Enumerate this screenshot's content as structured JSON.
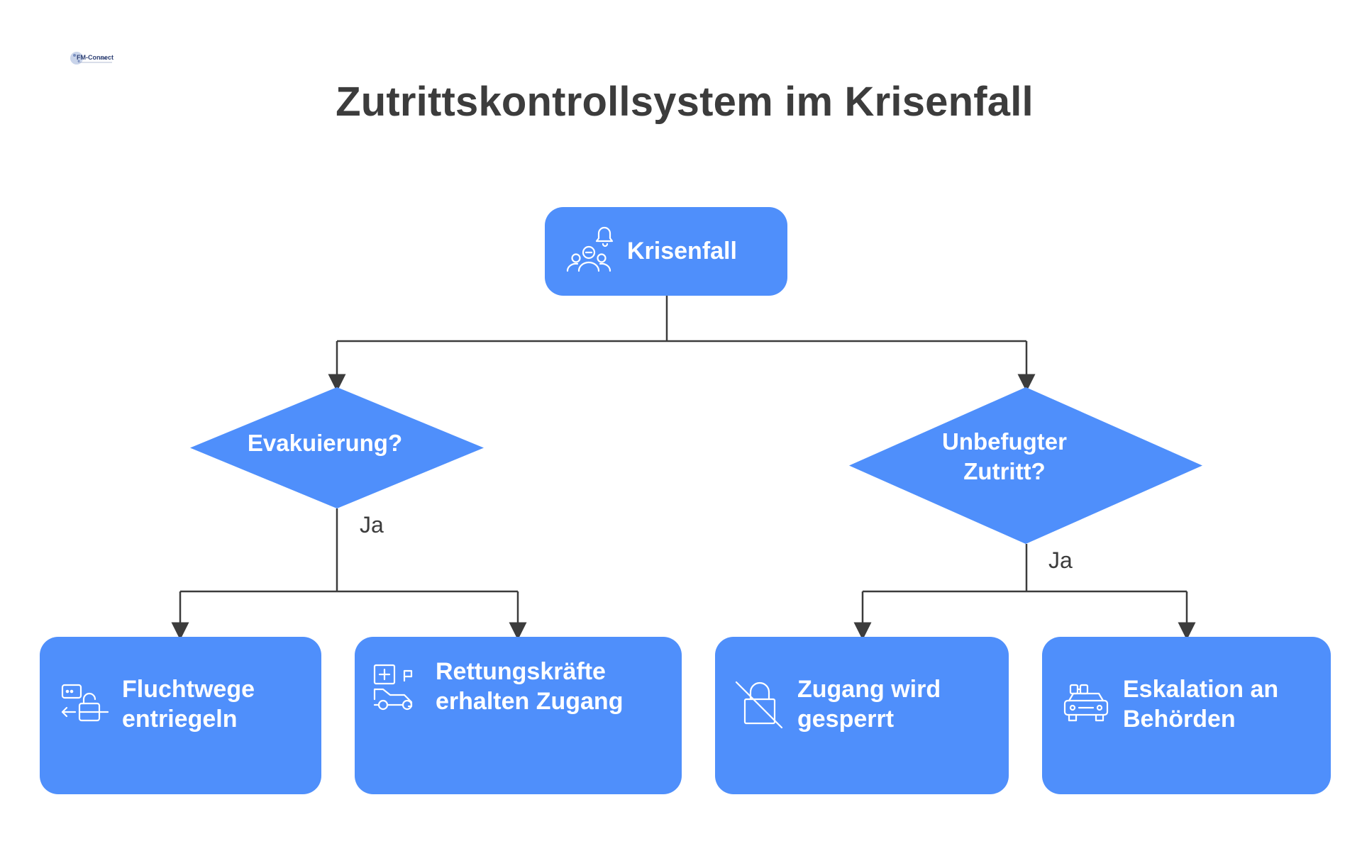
{
  "header": {
    "title": "Zutrittskontrollsystem im Krisenfall",
    "logo_text": "FM-Connect.com"
  },
  "diagram": {
    "root": {
      "label": "Krisenfall",
      "icon": "alarm-people-icon"
    },
    "decisions": [
      {
        "id": "evacuation",
        "label": "Evakuierung?"
      },
      {
        "id": "unauthorized",
        "label": "Unbefugter\nZutritt?"
      }
    ],
    "edge_labels": {
      "evacuation_yes": "Ja",
      "unauthorized_yes": "Ja"
    },
    "outcomes": [
      {
        "id": "unlock-exits",
        "label": "Fluchtwege\nentriegeln",
        "icon": "unlock-exit-icon"
      },
      {
        "id": "rescue-access",
        "label": "Rettungskräfte\nerhalten Zugang",
        "icon": "ambulance-icon"
      },
      {
        "id": "access-blocked",
        "label": "Zugang wird\ngesperrt",
        "icon": "lock-crossed-icon"
      },
      {
        "id": "escalation",
        "label": "Eskalation an\nBehörden",
        "icon": "police-car-icon"
      }
    ]
  },
  "colors": {
    "node_fill": "#4f8ffb",
    "connector": "#3c3c3c",
    "title_text": "#3c3c3c"
  }
}
